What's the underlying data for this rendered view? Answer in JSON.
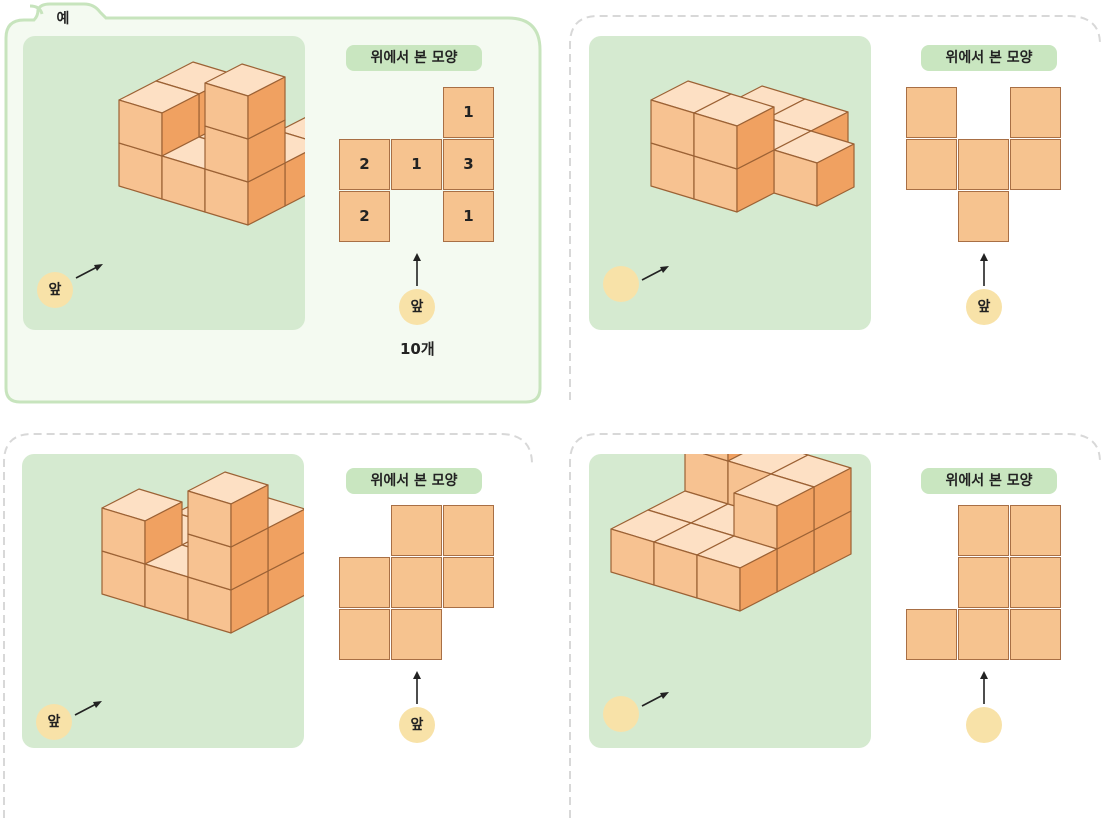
{
  "top_view_label": "위에서 본 모양",
  "front_label": "앞",
  "example_label": "예",
  "colors": {
    "scene_bg": "#d5ead0",
    "cube_top": "#fde0c4",
    "cube_left": "#f7c291",
    "cube_right": "#f0a161",
    "cell": "#f6c38f",
    "circle": "#f8e2a8",
    "label_bg": "#c9e6c0"
  },
  "icons": [
    "arrow-up-icon",
    "arrow-up-right-icon"
  ],
  "panels": [
    {
      "id": "example",
      "front_label_shown": true,
      "answer": "10개",
      "top_view_rows": [
        [
          "",
          "",
          "1"
        ],
        [
          "2",
          "1",
          "3"
        ],
        [
          "2",
          "",
          "1"
        ]
      ]
    },
    {
      "id": "problem-1",
      "front_label_shown": false,
      "front_label_below_grid_shown": true,
      "top_view_rows": [
        [
          "x",
          "",
          "x"
        ],
        [
          "x",
          "x",
          "x"
        ],
        [
          "",
          "x",
          ""
        ]
      ]
    },
    {
      "id": "problem-2",
      "front_label_shown": true,
      "front_label_below_grid_shown": true,
      "top_view_rows": [
        [
          "",
          "x",
          "x"
        ],
        [
          "x",
          "x",
          "x"
        ],
        [
          "x",
          "x",
          ""
        ]
      ]
    },
    {
      "id": "problem-3",
      "front_label_shown": false,
      "front_label_below_grid_shown": false,
      "top_view_rows": [
        [
          "",
          "x",
          "x"
        ],
        [
          "",
          "x",
          "x"
        ],
        [
          "x",
          "x",
          "x"
        ]
      ]
    }
  ]
}
